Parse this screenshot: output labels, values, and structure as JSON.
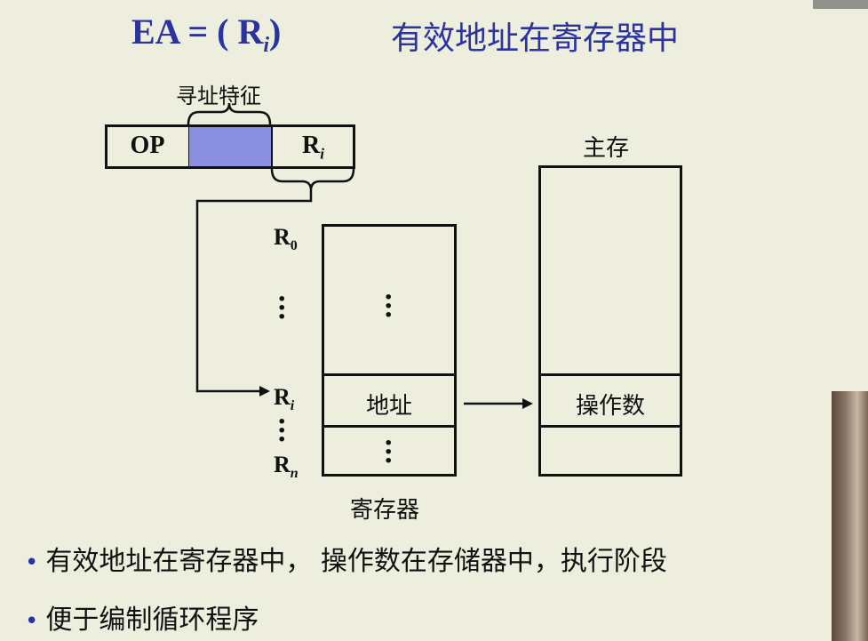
{
  "header": {
    "formula_main": "EA = ( R",
    "formula_sub": "i",
    "formula_end": ")",
    "subtitle": "有效地址在寄存器中"
  },
  "instruction": {
    "feature_label": "寻址特征",
    "op": "OP",
    "reg_main": "R",
    "reg_sub": "i"
  },
  "registers": {
    "caption": "寄存器",
    "labels": [
      {
        "main": "R",
        "sub": "0"
      },
      {
        "main": "R",
        "sub": "i"
      },
      {
        "main": "R",
        "sub": "n"
      }
    ],
    "address_cell": "地址"
  },
  "memory": {
    "caption": "主存",
    "operand_cell": "操作数"
  },
  "bullets": [
    "有效地址在寄存器中， 操作数在存储器中，执行阶段",
    "便于编制循环程序"
  ],
  "colors": {
    "accent": "#2a33a0",
    "feature_fill": "#8b8fe0",
    "background": "#eeeede"
  }
}
